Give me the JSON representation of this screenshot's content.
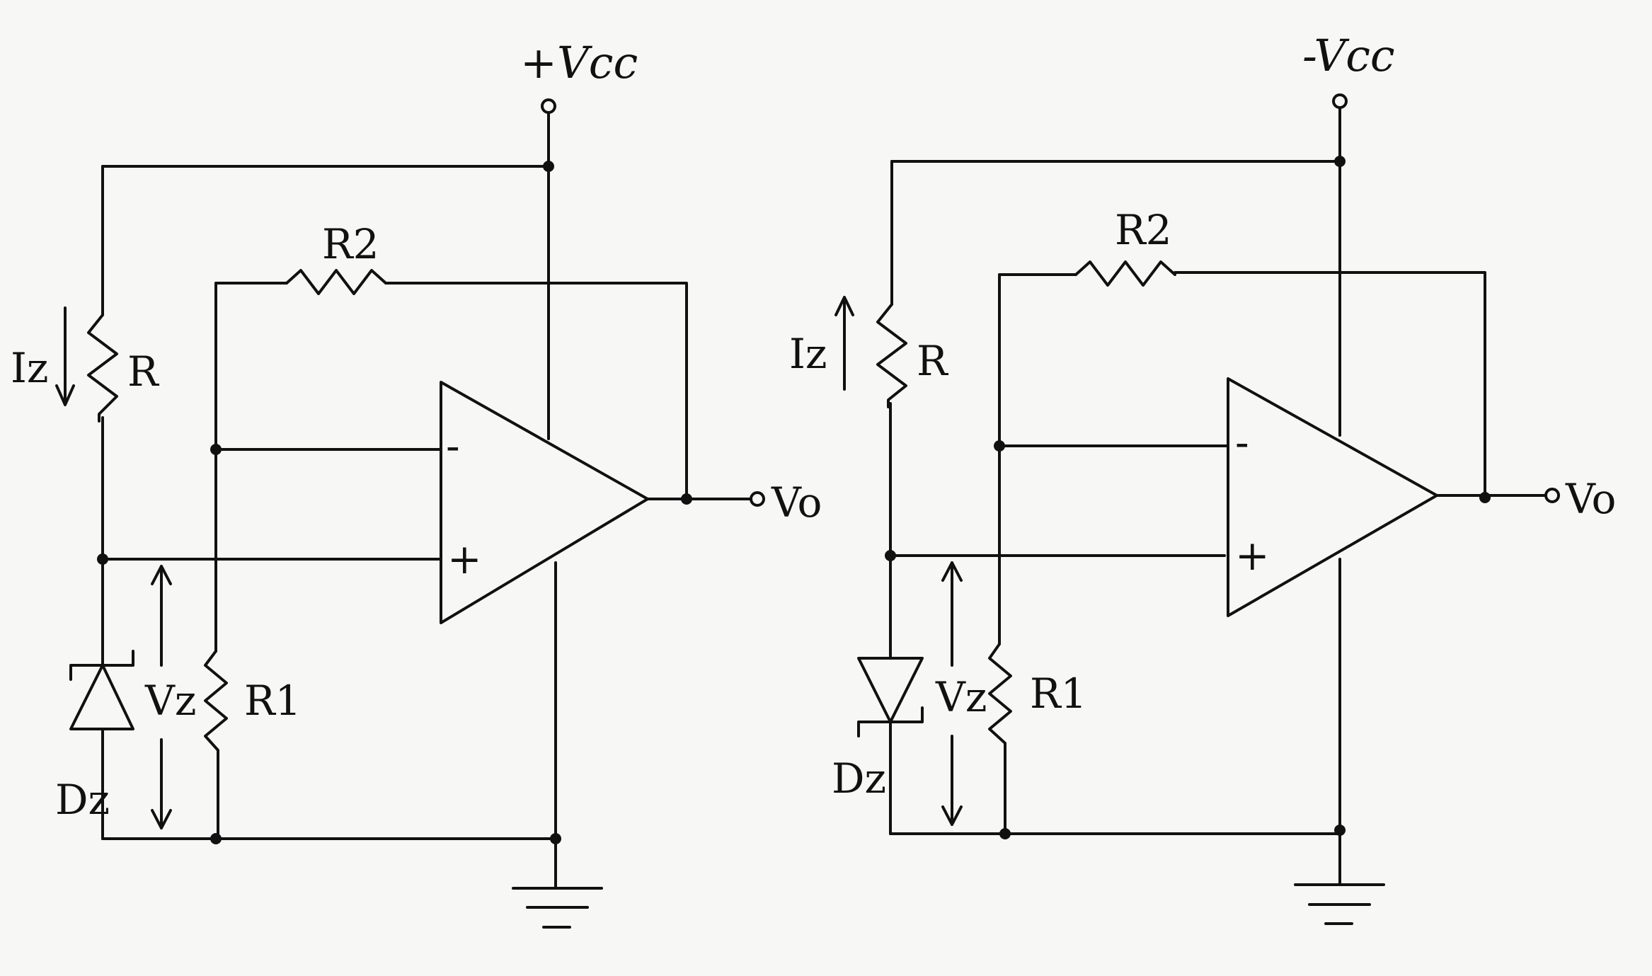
{
  "circuits": [
    {
      "supply_label": "+Vcc",
      "current_label": "Iz",
      "current_direction": "down",
      "resistor_r_label": "R",
      "resistor_r1_label": "R1",
      "resistor_r2_label": "R2",
      "zener_voltage_label": "Vz",
      "zener_label": "Dz",
      "zener_orientation": "cathode-up",
      "output_label": "Vo",
      "opamp_inverting_label": "-",
      "opamp_noninverting_label": "+"
    },
    {
      "supply_label": "-Vcc",
      "current_label": "Iz",
      "current_direction": "up",
      "resistor_r_label": "R",
      "resistor_r1_label": "R1",
      "resistor_r2_label": "R2",
      "zener_voltage_label": "Vz",
      "zener_label": "Dz",
      "zener_orientation": "cathode-down",
      "output_label": "Vo",
      "opamp_inverting_label": "-",
      "opamp_noninverting_label": "+"
    }
  ],
  "colors": {
    "ink": "#111111",
    "paper": "#f7f7f5"
  }
}
